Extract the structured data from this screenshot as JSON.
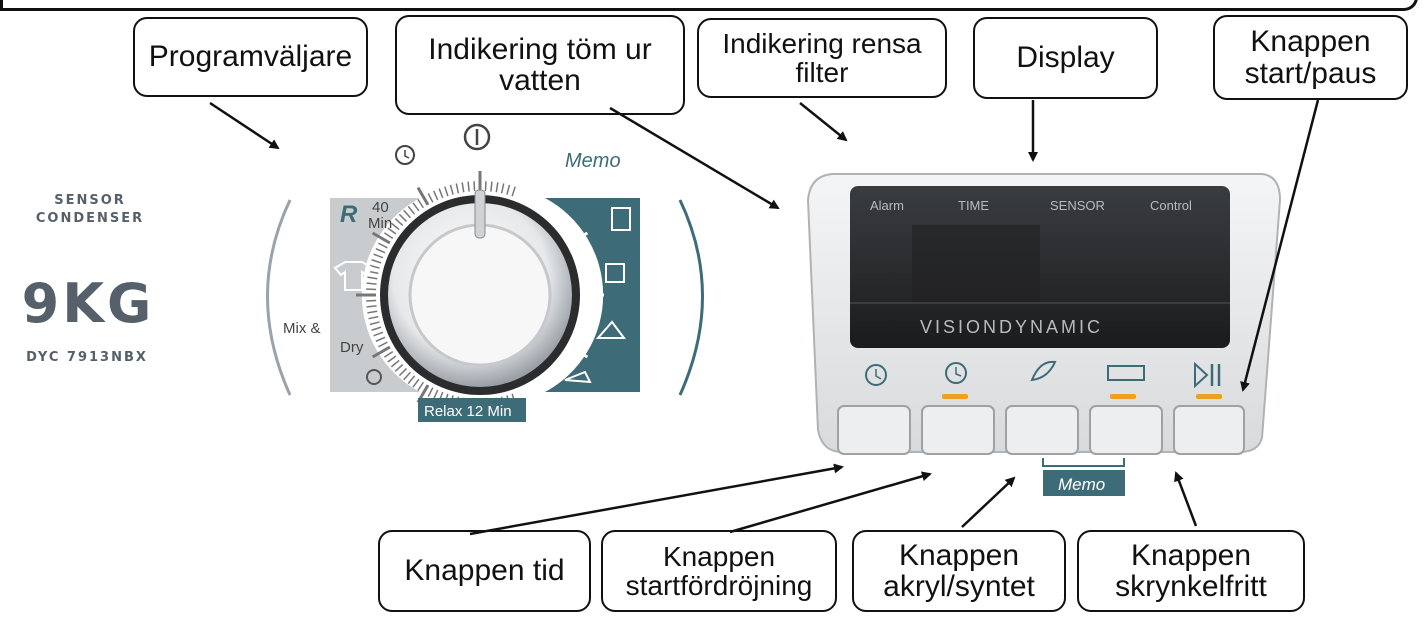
{
  "callouts": {
    "program_selector": "Programväljare",
    "drain_water_1": "Indikering töm ur",
    "drain_water_2": "vatten",
    "clean_filter_1": "Indikering rensa",
    "clean_filter_2": "filter",
    "display": "Display",
    "start_pause_1": "Knappen",
    "start_pause_2": "start/paus",
    "time_button": "Knappen tid",
    "delay_start_1": "Knappen",
    "delay_start_2": "startfördröjning",
    "acrylic_1": "Knappen",
    "acrylic_2": "akryl/syntet",
    "wrinkle_1": "Knappen",
    "wrinkle_2": "skrynkelfritt"
  },
  "brand": {
    "sensor": "SENSOR",
    "condenser": "CONDENSER",
    "capacity": "9KG",
    "model": "DYC 7913NBX"
  },
  "dial": {
    "memo": "Memo",
    "min40_1": "40",
    "min40_2": "Min",
    "mix_dry_1": "Mix &",
    "mix_dry_2": "Dry",
    "relax": "Relax 12 Min",
    "r_label": "R"
  },
  "panel": {
    "alarm": "Alarm",
    "time": "TIME",
    "sensor": "SENSOR",
    "control": "Control",
    "brand": "VISIONDYNAMIC",
    "memo_label": "Memo"
  },
  "colors": {
    "teal": "#3d6c78",
    "grey_segment": "#c9cccf",
    "led": "#f0a020"
  }
}
